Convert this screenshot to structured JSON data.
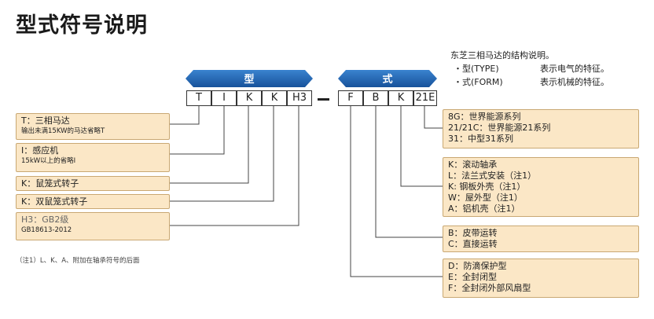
{
  "title": "型式符号说明",
  "explanation": {
    "heading": "东芝三相马达的结构说明。",
    "rows": [
      {
        "term": "・型(TYPE)",
        "desc": "表示电气的特征。"
      },
      {
        "term": "・式(FORM)",
        "desc": "表示机械的特征。"
      }
    ]
  },
  "banners": {
    "type": "型",
    "form": "式"
  },
  "type_codes": [
    "T",
    "I",
    "K",
    "K",
    "H3"
  ],
  "form_codes": [
    "F",
    "B",
    "K",
    "21E"
  ],
  "type_boxes": [
    {
      "main": "T：三相马达",
      "sub": "输出未满15KW的马达省略T"
    },
    {
      "main": "I：感应机",
      "sub": "15kW以上的省略I"
    },
    {
      "main": "K：鼠笼式转子",
      "sub": ""
    },
    {
      "main": "K：双鼠笼式转子",
      "sub": ""
    },
    {
      "main": "H3：GB2级",
      "sub": "GB18613-2012"
    }
  ],
  "form_boxes": [
    {
      "lines": [
        "8G：世界能源系列",
        "21/21C：世界能源21系列",
        "31：中型31系列"
      ]
    },
    {
      "lines": [
        "K：滚动轴承",
        "L：法兰式安装（注1）",
        "K: 钢板外壳（注1）",
        "W：屋外型（注1）",
        "A：铝机壳（注1）"
      ]
    },
    {
      "lines": [
        "B：皮带运转",
        "C：直接运转"
      ]
    },
    {
      "lines": [
        "D：防滴保护型",
        "E：全封闭型",
        "F：全封闭外部风扇型"
      ]
    }
  ],
  "note": "（注1）L、K、A、附加在轴承符号的后面",
  "colors": {
    "banner": "#1f5faa",
    "box_fill": "#fbe7c6",
    "box_border": "#c9a873"
  }
}
